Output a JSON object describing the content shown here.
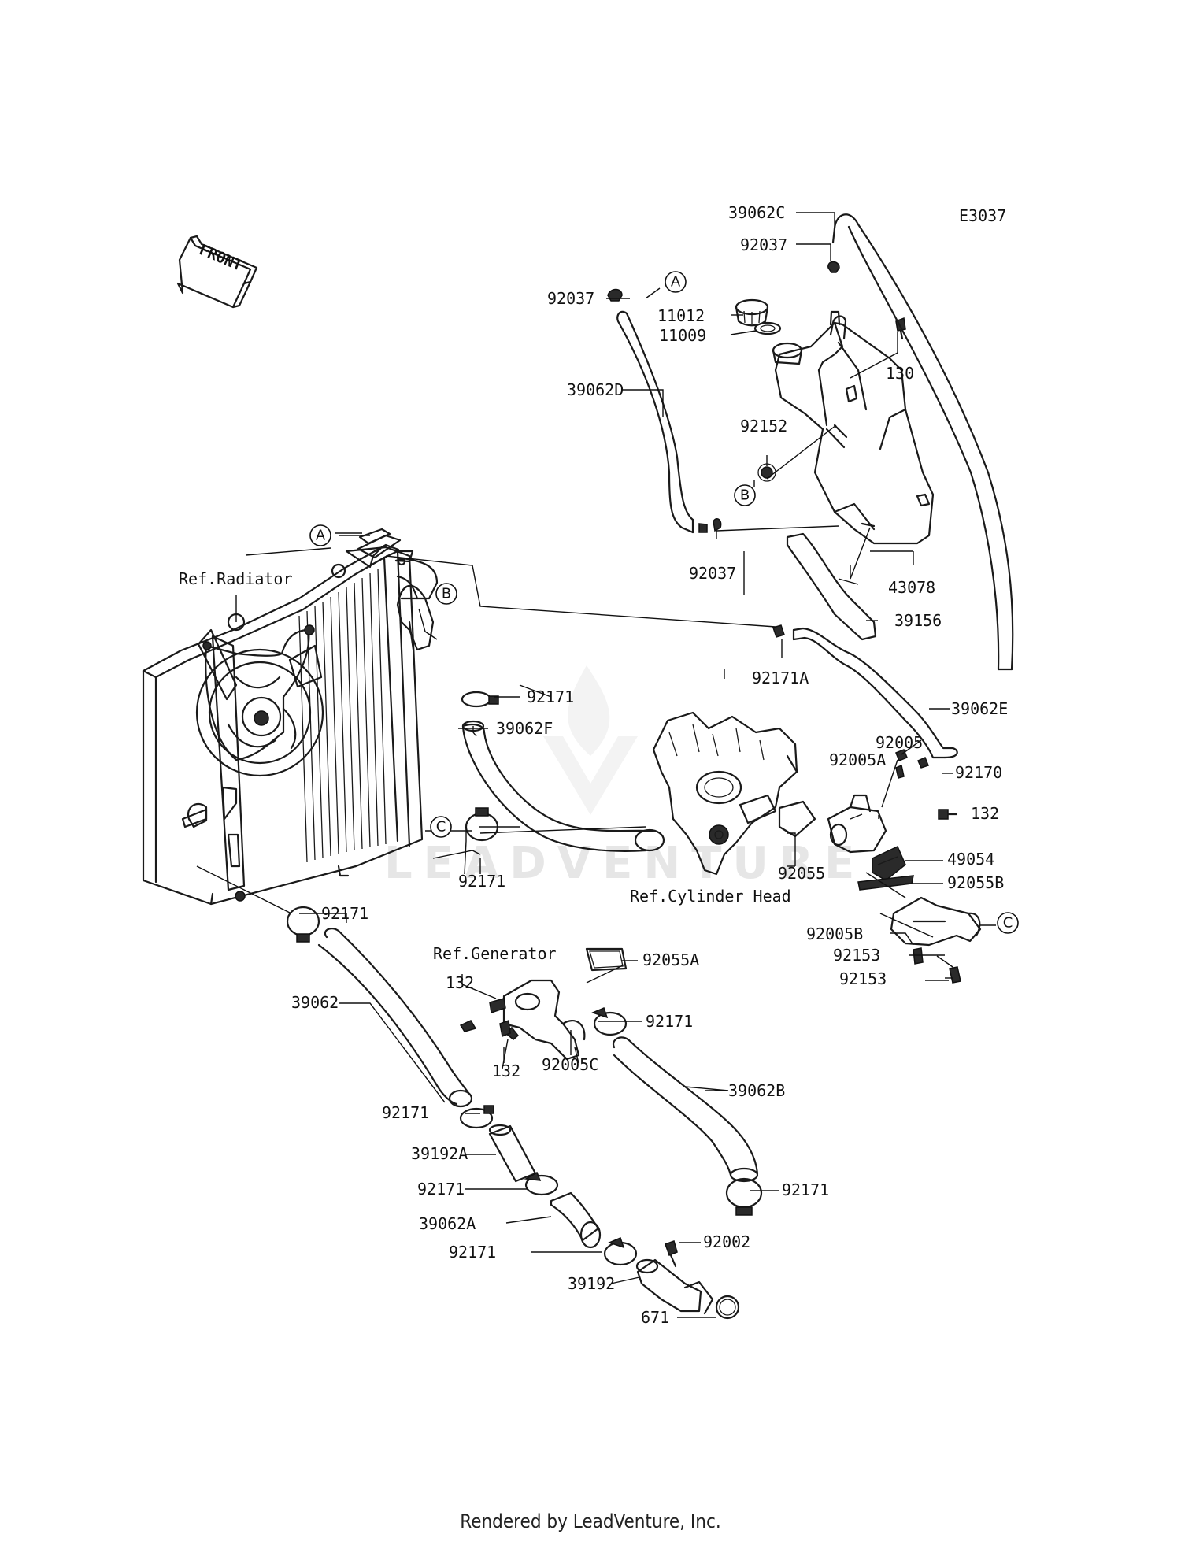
{
  "diagram_code": "E3037",
  "front_label": "FRONT",
  "watermark": "LEADVENTURE",
  "footer": "Rendered by LeadVenture, Inc.",
  "references": {
    "radiator": "Ref.Radiator",
    "cylinder_head": "Ref.Cylinder Head",
    "generator": "Ref.Generator"
  },
  "callouts": [
    "A",
    "B",
    "C"
  ],
  "parts": [
    "39062C",
    "92037",
    "92037",
    "11012",
    "11009",
    "130",
    "39062D",
    "92152",
    "92037",
    "43078",
    "39156",
    "92171A",
    "39062E",
    "92171",
    "39062F",
    "92005",
    "92005A",
    "92170",
    "132",
    "92171",
    "92055",
    "49054",
    "92055B",
    "92171",
    "92005B",
    "92153",
    "92153",
    "92055A",
    "132",
    "39062",
    "92171",
    "132",
    "92005C",
    "39062B",
    "92171",
    "39192A",
    "92171",
    "92171",
    "39062A",
    "92171",
    "92002",
    "39192",
    "671"
  ]
}
